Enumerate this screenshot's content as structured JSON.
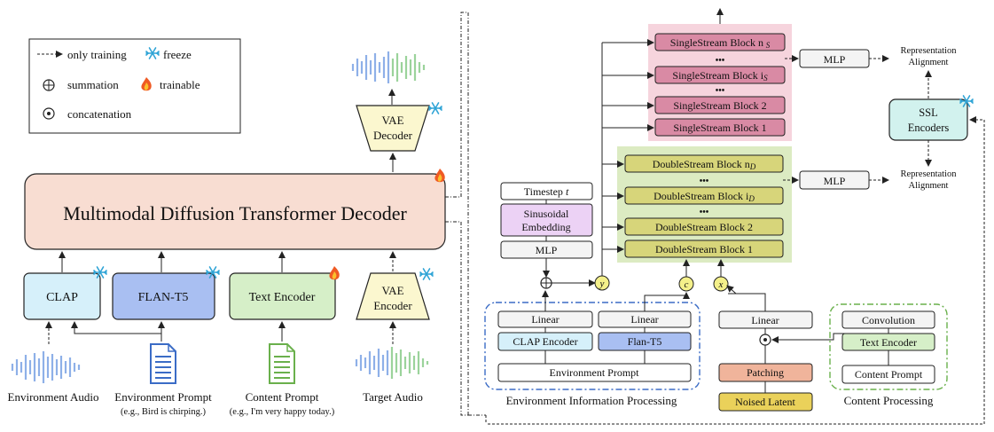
{
  "legend": {
    "only_training": "only training",
    "freeze": "freeze",
    "summation": "summation",
    "trainable": "trainable",
    "concatenation": "concatenation"
  },
  "left": {
    "mmdit": "Multimodal Diffusion Transformer Decoder",
    "vae_decoder": [
      "VAE",
      "Decoder"
    ],
    "vae_encoder": [
      "VAE",
      "Encoder"
    ],
    "clap": "CLAP",
    "flan_t5": "FLAN-T5",
    "text_encoder": "Text Encoder",
    "env_audio": "Environment Audio",
    "env_prompt": "Environment Prompt",
    "env_prompt_example": "(e.g., Bird is chirping.)",
    "content_prompt": "Content Prompt",
    "content_prompt_example": "(e.g., I'm very happy today.)",
    "target_audio": "Target Audio"
  },
  "right": {
    "single_blocks": [
      "SingleStream Block n",
      "SingleStream Block i",
      "SingleStream Block 2",
      "SingleStream Block 1"
    ],
    "single_sub": "S",
    "double_blocks": [
      "DoubleStream Block n",
      "DoubleStream Block i",
      "DoubleStream Block 2",
      "DoubleStream Block 1"
    ],
    "double_sub": "D",
    "dots": "•••",
    "mlp": "MLP",
    "repr_align": [
      "Representation",
      "Alignment"
    ],
    "ssl": [
      "SSL",
      "Encoders"
    ],
    "timestep": "Timestep",
    "timestep_var": "t",
    "sinusoidal": [
      "Sinusoidal",
      "Embedding"
    ],
    "linear": "Linear",
    "clap_encoder": "CLAP Encoder",
    "flan_t5": "Flan-T5",
    "environment_prompt": "Environment Prompt",
    "env_info_processing": "Environment Information Processing",
    "patching": "Patching",
    "noised_latent": "Noised Latent",
    "convolution": "Convolution",
    "text_encoder": "Text Encoder",
    "content_prompt": "Content Prompt",
    "content_processing": "Content Processing",
    "var_y": "y",
    "var_c": "c",
    "var_x": "x"
  },
  "colors": {
    "mmdit_fill": "#f8ddd2",
    "clap_fill": "#d6f0fa",
    "flan_fill": "#a9bff2",
    "text_enc_fill": "#d6efc8",
    "vae_fill": "#fbf7cf",
    "single_bg": "#f6d4dd",
    "single_block": "#d98aa4",
    "double_bg": "#dcebc2",
    "double_block": "#d7d57a",
    "sinusoidal_fill": "#ecd2f5",
    "ssl_fill": "#d2f2ee",
    "patching_fill": "#f0b49b",
    "noised_fill": "#ead15a",
    "node_fill": "#f4f08a",
    "wave_blue": "#8eb0e8",
    "wave_green": "#9bd39b",
    "env_blue": "#3b6cc6",
    "content_green": "#6ab04c"
  },
  "icons": [
    "snowflake-icon",
    "flame-icon",
    "document-icon",
    "waveform-icon"
  ]
}
